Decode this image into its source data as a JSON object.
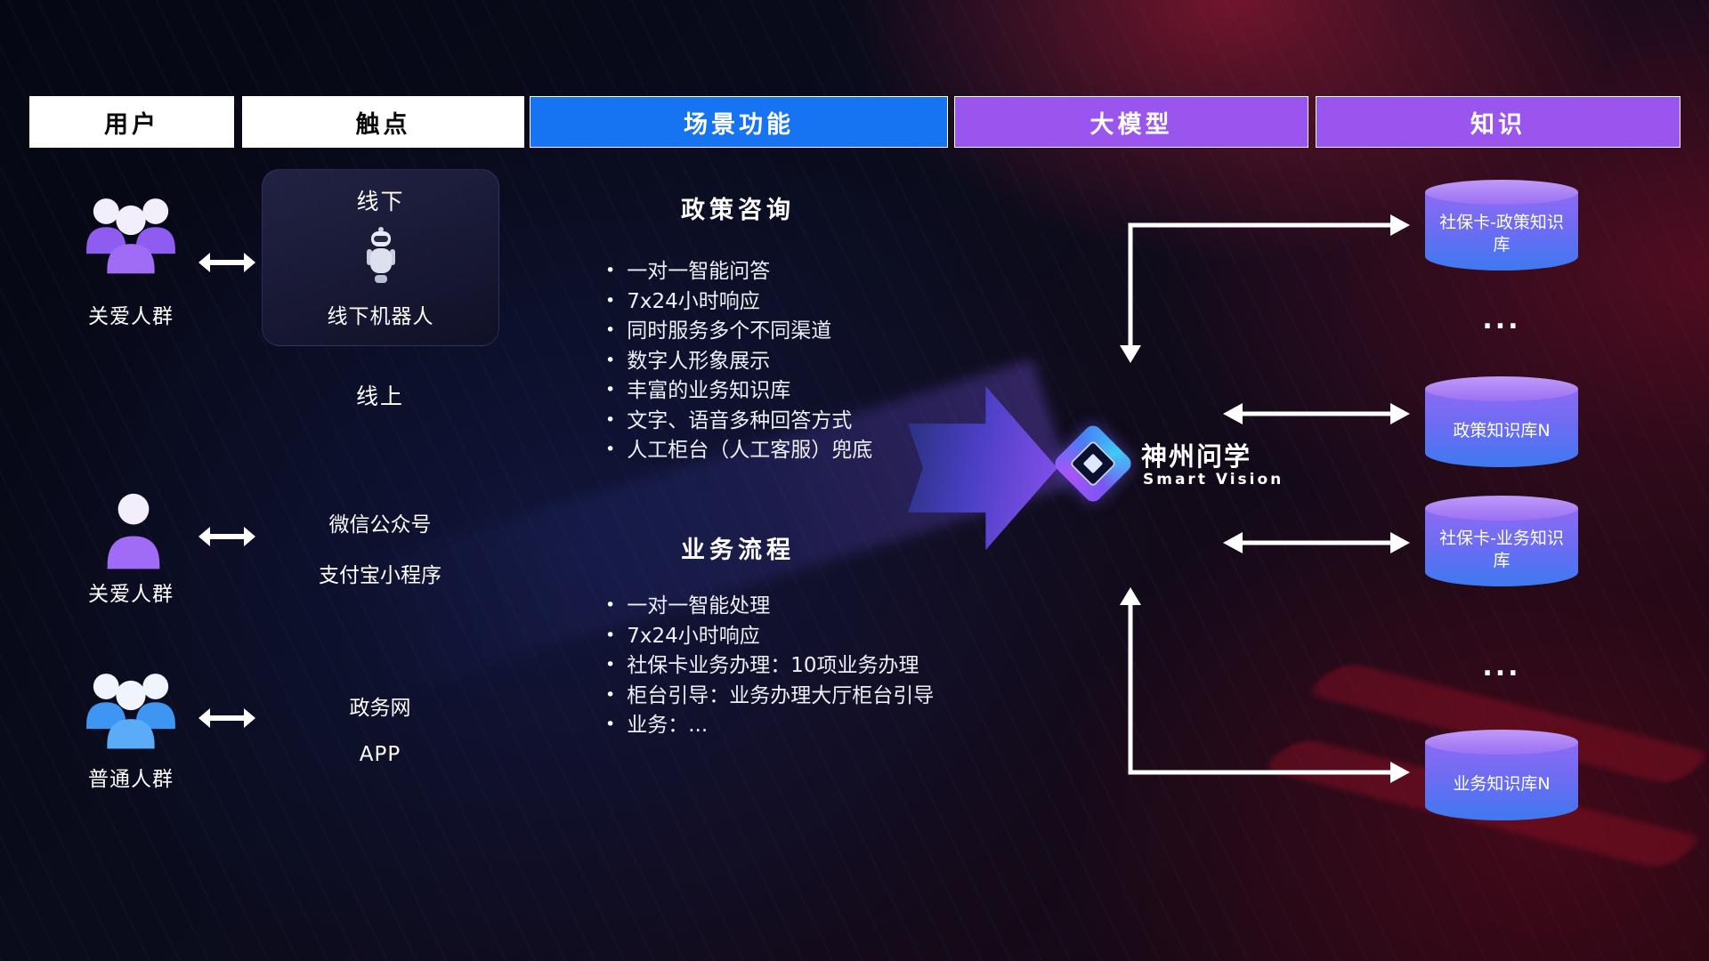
{
  "header": {
    "col_user": "用户",
    "col_touchpoint": "触点",
    "col_functions": "场景功能",
    "col_model": "大模型",
    "col_knowledge": "知识"
  },
  "users": {
    "group1_label": "关爱人群",
    "group2_label": "关爱人群",
    "group3_label": "普通人群"
  },
  "touchpoints": {
    "offline_title": "线下",
    "offline_robot_label": "线下机器人",
    "online_title": "线上",
    "wechat": "微信公众号",
    "alipay": "支付宝小程序",
    "gov_web": "政务网",
    "app": "APP"
  },
  "functions": {
    "policy_title": "政策咨询",
    "policy_items": [
      "一对一智能问答",
      "7x24小时响应",
      "同时服务多个不同渠道",
      "数字人形象展示",
      "丰富的业务知识库",
      "文字、语音多种回答方式",
      "人工柜台（人工客服）兜底"
    ],
    "business_title": "业务流程",
    "business_items": [
      "一对一智能处理",
      "7x24小时响应",
      "社保卡业务办理：10项业务办理",
      "柜台引导：业务办理大厅柜台引导",
      "业务：..."
    ]
  },
  "model": {
    "brand_name": "神州问学",
    "brand_subtitle": "Smart Vision"
  },
  "knowledge": {
    "db1": "社保卡-政策知识库",
    "ellipsis1": "...",
    "db2": "政策知识库N",
    "db3": "社保卡-业务知识库",
    "ellipsis2": "...",
    "db4": "业务知识库N"
  },
  "colors": {
    "header_blue": "#1673f2",
    "header_purple": "#9b55ef",
    "cylinder_top": "#b18cf8",
    "cylinder_bottom": "#3e79f0",
    "flow_arrow_purple": "#8a52ee"
  }
}
